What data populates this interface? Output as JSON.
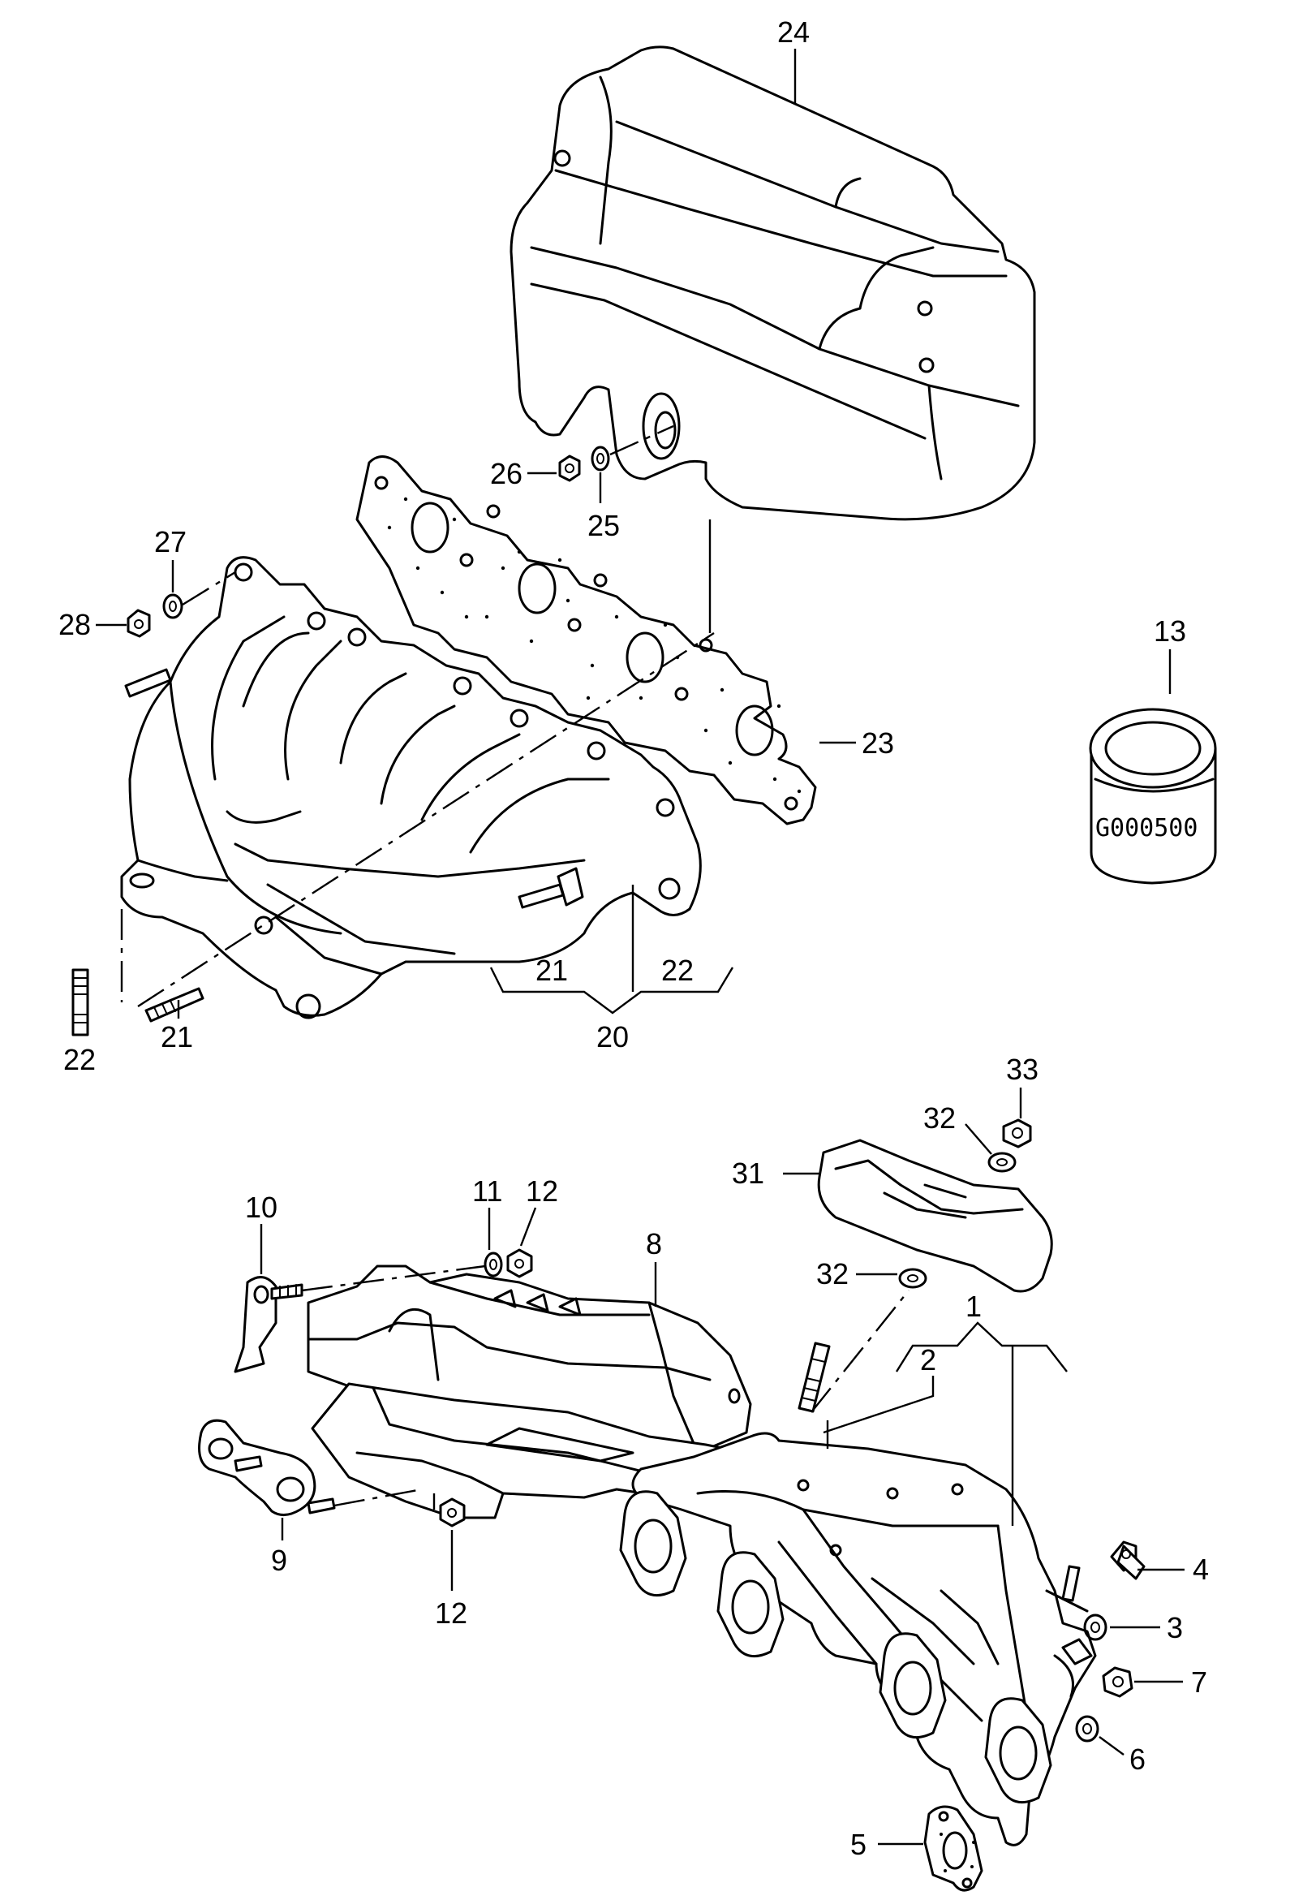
{
  "diagram": {
    "callouts": {
      "c1": "1",
      "c2": "2",
      "c3": "3",
      "c4": "4",
      "c5": "5",
      "c6": "6",
      "c7": "7",
      "c8": "8",
      "c9": "9",
      "c10": "10",
      "c11": "11",
      "c12a": "12",
      "c12b": "12",
      "c13": "13",
      "c20": "20",
      "c21a": "21",
      "c21b": "21",
      "c22a": "22",
      "c22b": "22",
      "c23": "23",
      "c24": "24",
      "c25": "25",
      "c26": "26",
      "c27": "27",
      "c28": "28",
      "c31": "31",
      "c32a": "32",
      "c32b": "32",
      "c33": "33"
    },
    "filter_code": "G000500"
  }
}
